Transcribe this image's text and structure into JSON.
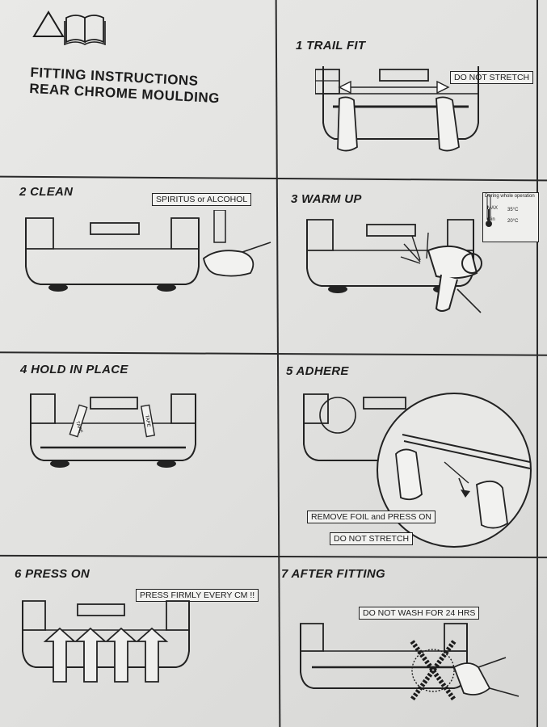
{
  "header": {
    "title_line1": "FITTING INSTRUCTIONS",
    "title_line2": "REAR CHROME MOULDING"
  },
  "steps": [
    {
      "title": "1 TRAIL FIT",
      "notes": [
        "DO NOT STRETCH"
      ]
    },
    {
      "title": "2 CLEAN",
      "notes": [
        "SPIRITUS or ALCOHOL"
      ]
    },
    {
      "title": "3 WARM UP",
      "notes": []
    },
    {
      "title": "4 HOLD IN PLACE",
      "notes": []
    },
    {
      "title": "5 ADHERE",
      "notes": [
        "REMOVE FOIL and PRESS ON",
        "DO NOT STRETCH"
      ]
    },
    {
      "title": "6 PRESS ON",
      "notes": [
        "PRESS FIRMLY EVERY CM !!"
      ]
    },
    {
      "title": "7 AFTER FITTING",
      "notes": [
        "DO NOT WASH FOR 24 HRS"
      ]
    }
  ],
  "thermometer": {
    "caption": "During whole operation",
    "max_label": "MAX",
    "max_value": "35°C",
    "min_label": "min",
    "min_value": "20°C"
  },
  "tape_label": "TAPE",
  "icons": [
    "warning-triangle-icon",
    "manual-book-icon",
    "thermometer-icon",
    "cross-mark-icon",
    "up-arrow-icon"
  ]
}
